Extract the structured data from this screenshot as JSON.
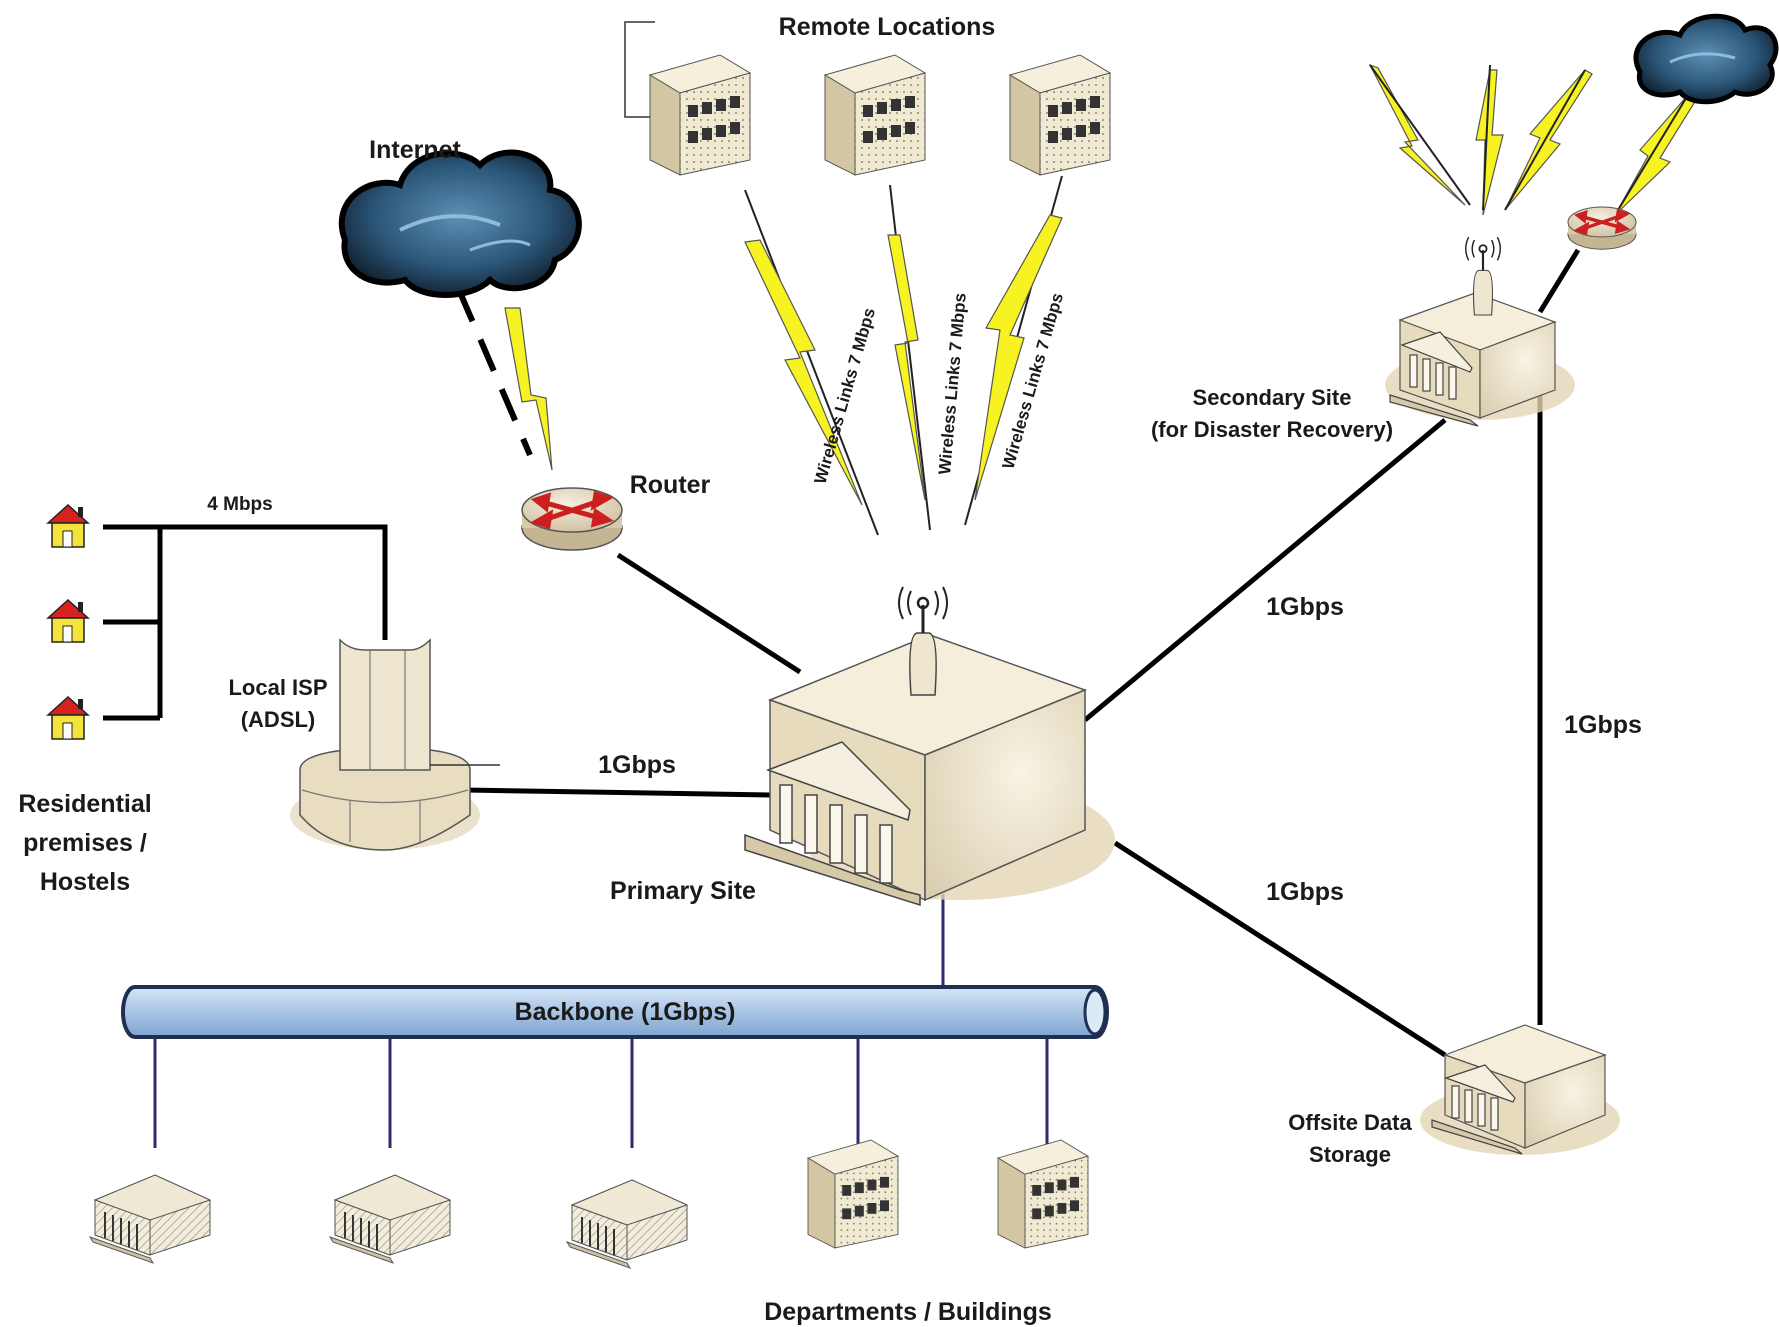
{
  "labels": {
    "remote_locations": "Remote Locations",
    "internet": "Internet",
    "router": "Router",
    "wireless_1": "Wireless Links 7 Mbps",
    "wireless_2": "Wireless Links 7 Mbps",
    "wireless_3": "Wireless Links 7 Mbps",
    "secondary_site_line1": "Secondary Site",
    "secondary_site_line2": "(for Disaster Recovery)",
    "residential_speed": "4 Mbps",
    "local_isp_line1": "Local ISP",
    "local_isp_line2": "(ADSL)",
    "residential_line1": "Residential",
    "residential_line2": "premises /",
    "residential_line3": "Hostels",
    "isp_link": "1Gbps",
    "secondary_link": "1Gbps",
    "secondary_offsite_link": "1Gbps",
    "offsite_link": "1Gbps",
    "primary_site": "Primary Site",
    "backbone": "Backbone (1Gbps)",
    "offsite_line1": "Offsite Data",
    "offsite_line2": "Storage",
    "departments": "Departments / Buildings"
  },
  "colors": {
    "building_fill": "#efe6cf",
    "building_shade": "#d6c9a8",
    "cloud": "#2e5f86",
    "lightning": "#f7f323",
    "router_arrows": "#cc1f1f",
    "backbone_fill": "#aec8e6",
    "house_roof": "#d8221f",
    "house_wall": "#f3e33a"
  },
  "icons": [
    "cloud-icon",
    "router-icon",
    "antenna-icon",
    "building-icon",
    "house-icon",
    "isp-tower-icon",
    "lightning-icon"
  ]
}
